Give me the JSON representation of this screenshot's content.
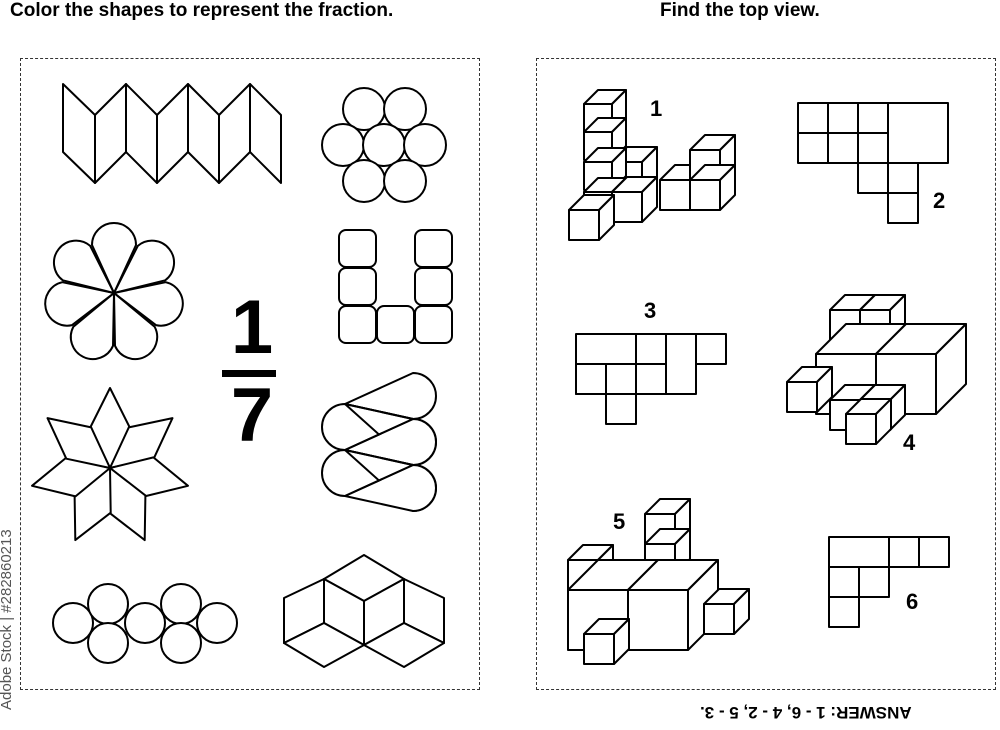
{
  "left": {
    "title": "Color the shapes to represent the fraction.",
    "numerator": "1",
    "denominator": "7"
  },
  "right": {
    "title": "Find the top view.",
    "labels": [
      "1",
      "2",
      "3",
      "4",
      "5",
      "6"
    ],
    "answer": "ANSWER: 1 - 6, 4 - 2, 5 - 3."
  },
  "watermark": "Adobe Stock | #282860213",
  "colors": {
    "ink": "#000000",
    "paper": "#ffffff"
  }
}
